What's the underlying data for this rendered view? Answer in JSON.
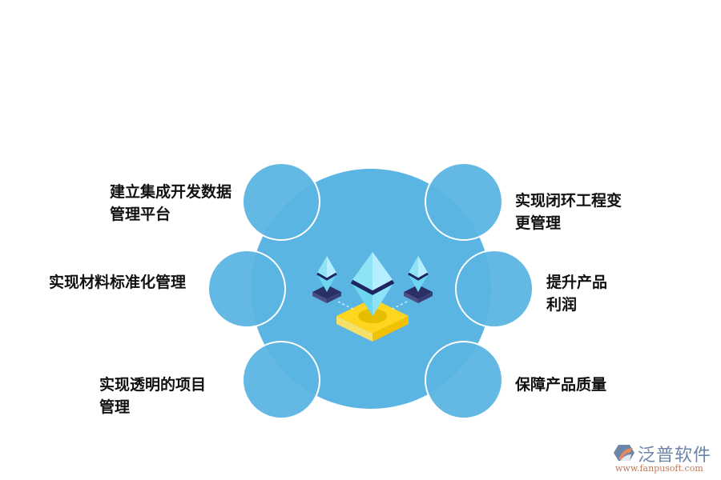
{
  "diagram": {
    "colors": {
      "big_circle": "#5bb5e3",
      "small_circle": "#5bb5e3",
      "circle_border": "#ffffff",
      "text": "#111111",
      "gem_light": "#8fe3f7",
      "gem_dark": "#2a2f66",
      "base_yellow": "#ffd61f"
    },
    "center_icon": "ethereum-gems-on-platform-icon",
    "items": [
      {
        "position": "top-left",
        "line1": "建立集成开发数据",
        "line2": "管理平台"
      },
      {
        "position": "middle-left",
        "line1": "实现材料标准化管理",
        "line2": ""
      },
      {
        "position": "bottom-left",
        "line1": "实现透明的项目",
        "line2": "管理"
      },
      {
        "position": "top-right",
        "line1": "实现闭环工程变",
        "line2": "更管理"
      },
      {
        "position": "middle-right",
        "line1": "提升产品",
        "line2": "利润"
      },
      {
        "position": "bottom-right",
        "line1": "保障产品质量",
        "line2": ""
      }
    ]
  },
  "watermark": {
    "name": "泛普软件",
    "url": "www.fanpusoft.com"
  }
}
